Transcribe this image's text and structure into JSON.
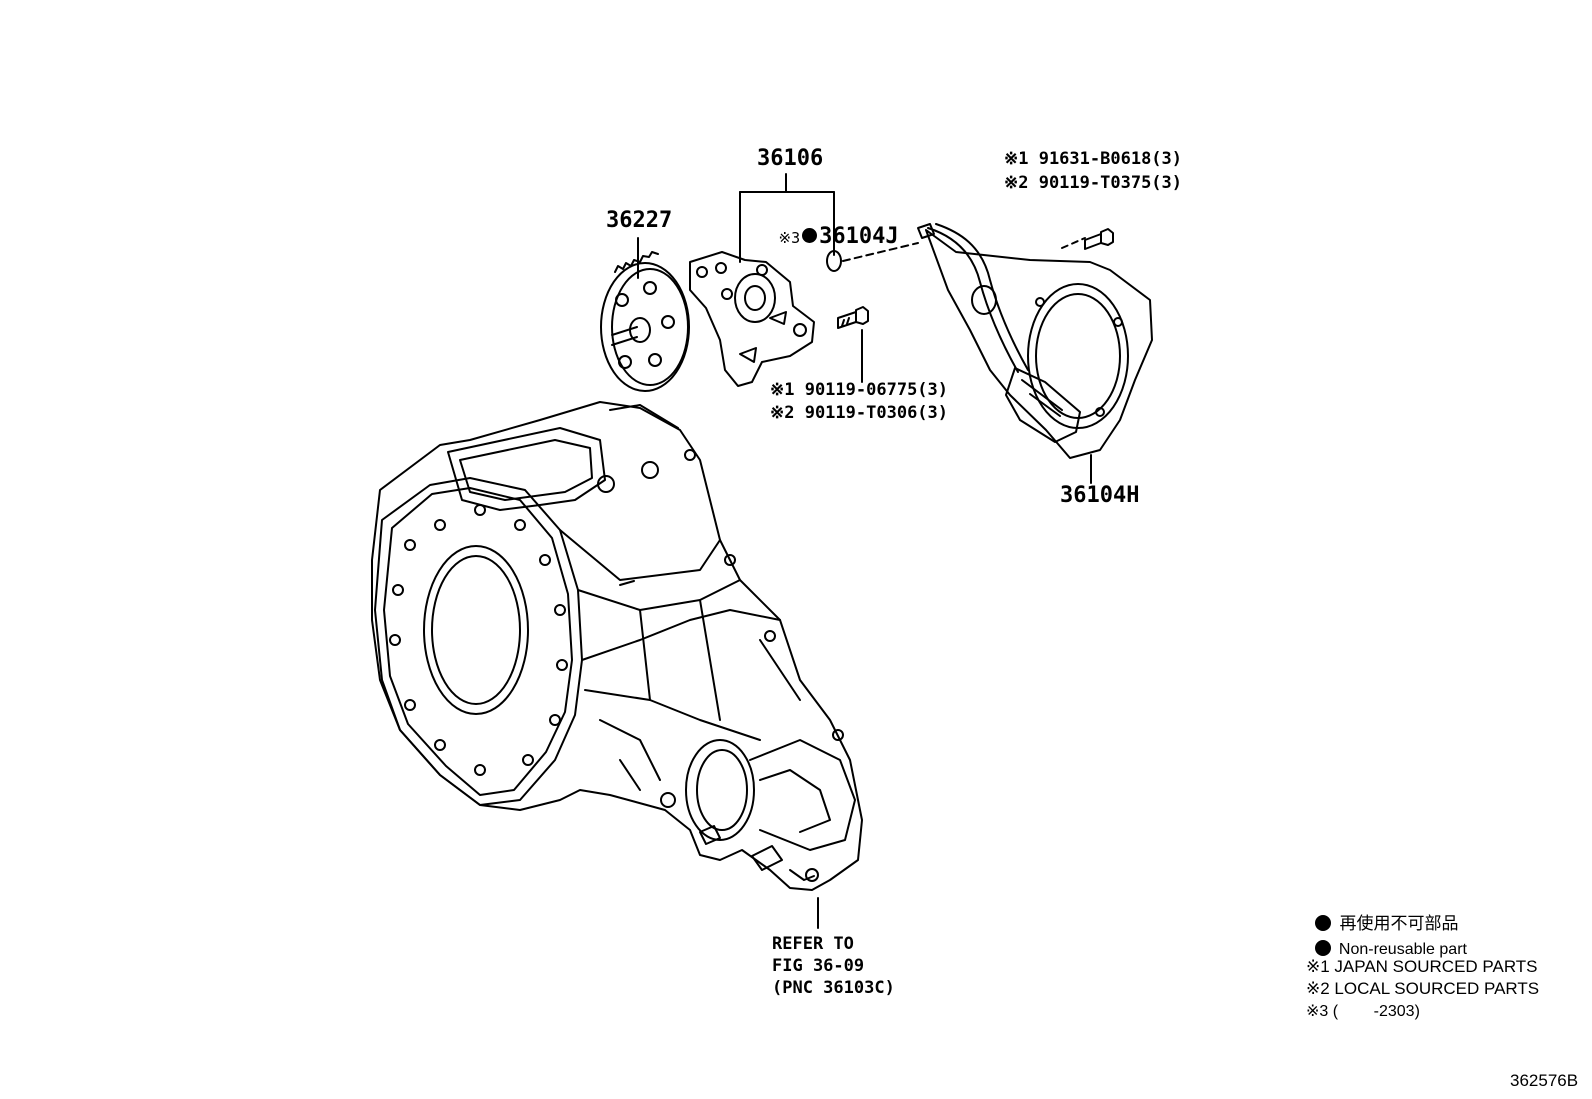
{
  "labels": {
    "p36106": "36106",
    "p36104J": "36104J",
    "p36104J_note": "※3",
    "p36227": "36227",
    "p36104H": "36104H",
    "bolt_top_1": "※1 91631-B0618(3)",
    "bolt_top_2": "※2 90119-T0375(3)",
    "bolt_mid_1": "※1 90119-06775(3)",
    "bolt_mid_2": "※2 90119-T0306(3)",
    "refer_1": "REFER TO",
    "refer_2": "FIG 36-09",
    "refer_3": "(PNC 36103C)"
  },
  "legend": {
    "jp": "再使用不可部品",
    "en": "Non-reusable part",
    "n1": "※1 JAPAN SOURCED PARTS",
    "n2": "※2 LOCAL SOURCED PARTS",
    "n3": "※3 (        -2303)"
  },
  "figure_id": "362576B"
}
